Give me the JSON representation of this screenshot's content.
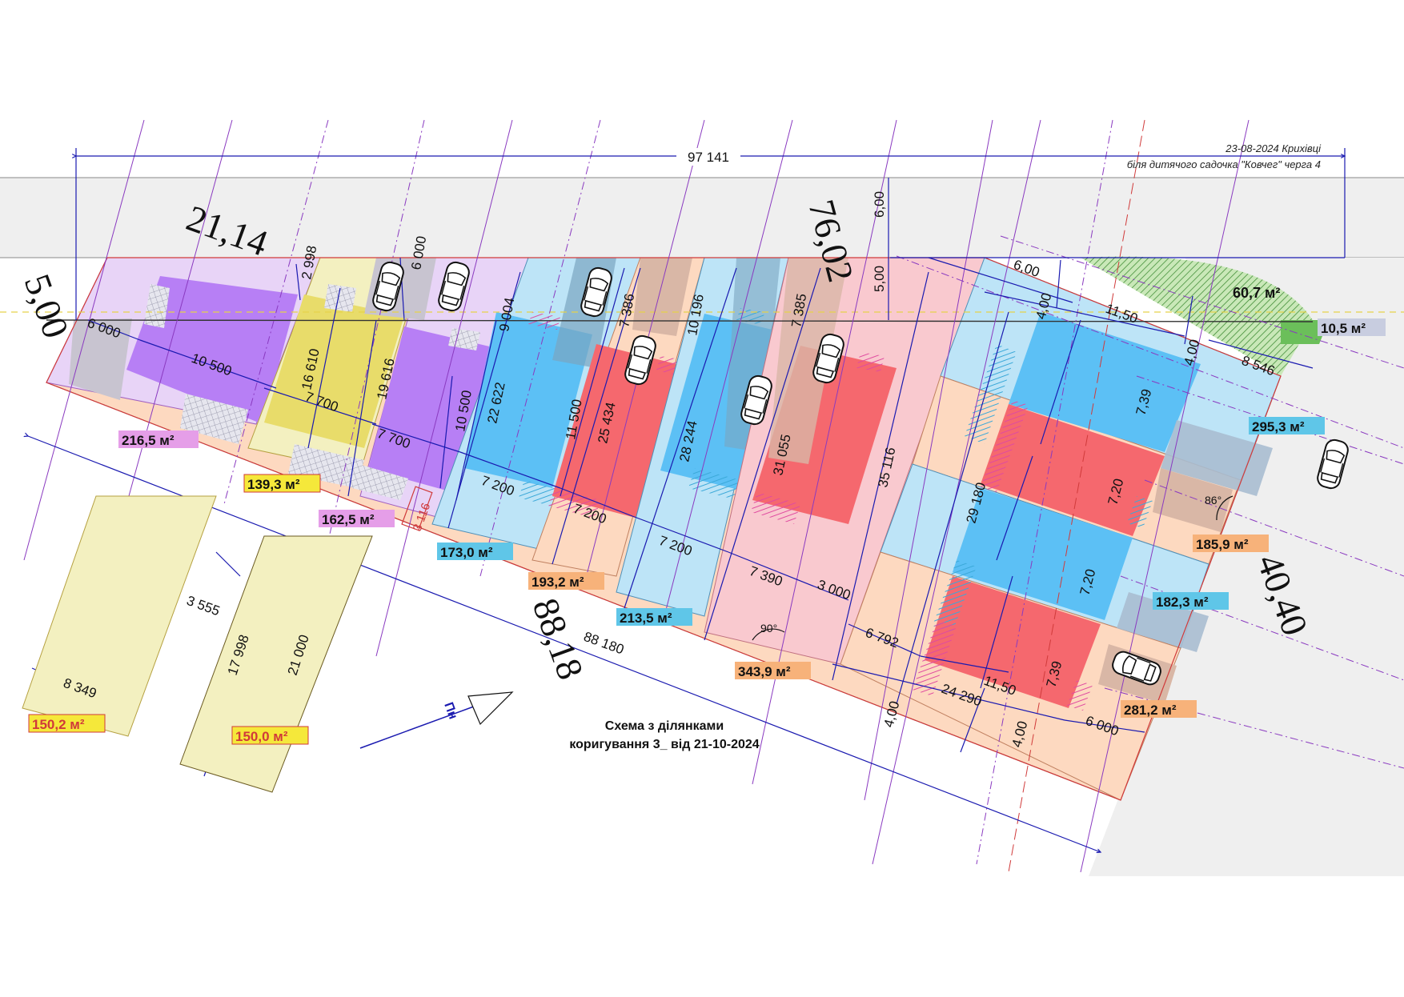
{
  "header": {
    "date_place": "23-08-2024 Крихівці",
    "location": "біля дитячого садочка \"Ковчег\"  черга 4"
  },
  "caption": {
    "line1": "Схема з ділянками",
    "line2": "коригування 3_ від 21-10-2024"
  },
  "north_label": "Пн",
  "boundary_lengths": {
    "top_left": "21,14",
    "left": "5,00",
    "top_right": "76,02",
    "bottom": "88,18",
    "right": "40,40"
  },
  "dimensions": {
    "overall_width": "97 141",
    "road_6": "6,00",
    "road_5": "5,00",
    "d_2998": "2 998",
    "d_6000_top": "6 000",
    "d_6000_left": "6 000",
    "d_10500_h": "10 500",
    "d_16610": "16 610",
    "d_7700_a": "7 700",
    "d_7700_b": "7 700",
    "d_19616": "19 616",
    "d_9004": "9 004",
    "d_10500_v": "10 500",
    "d_22622": "22 622",
    "d_7200_a": "7 200",
    "d_7200_b": "7 200",
    "d_7200_c": "7 200",
    "d_7386": "7 386",
    "d_11500": "11 500",
    "d_25434": "25 434",
    "d_10196": "10 196",
    "d_28244": "28 244",
    "d_7385": "7 385",
    "d_31055": "31 055",
    "d_35116": "35 116",
    "d_7390": "7 390",
    "d_3000": "3 000",
    "d_6792": "6 792",
    "d_29180": "29 180",
    "d_24290": "24 290",
    "d_11_50_a": "11,50",
    "d_11_50_b": "11,50",
    "d_6_00_r": "6,00",
    "d_4_00_a": "4,00",
    "d_4_00_b": "4,00",
    "d_4_00_c": "4,00",
    "d_4_00_d": "4,00",
    "d_7_39_a": "7,39",
    "d_7_39_b": "7,39",
    "d_7_20_a": "7,20",
    "d_7_20_b": "7,20",
    "d_8546": "8 546",
    "d_6000_br": "6 000",
    "d_88180": "88 180",
    "d_3555": "3 555",
    "d_17998": "17 998",
    "d_21000": "21 000",
    "d_8349": "8 349",
    "d_3116": "3 116",
    "angle_86": "86°",
    "angle_90": "90°"
  },
  "areas": [
    {
      "label": "216,5 м²",
      "color": "#e59ee8"
    },
    {
      "label": "139,3 м²",
      "color": "#f5e83a"
    },
    {
      "label": "162,5 м²",
      "color": "#e59ee8"
    },
    {
      "label": "173,0 м²",
      "color": "#5fc6e8"
    },
    {
      "label": "193,2 м²",
      "color": "#f7b27a"
    },
    {
      "label": "213,5 м²",
      "color": "#5fc6e8"
    },
    {
      "label": "343,9 м²",
      "color": "#f7b27a"
    },
    {
      "label": "295,3 м²",
      "color": "#5fc6e8"
    },
    {
      "label": "185,9 м²",
      "color": "#f7b27a"
    },
    {
      "label": "182,3 м²",
      "color": "#5fc6e8"
    },
    {
      "label": "281,2 м²",
      "color": "#f7b27a"
    },
    {
      "label": "60,7 м²",
      "color": "#ffffff"
    },
    {
      "label": "10,5 м²",
      "color": "#c8cde0"
    },
    {
      "label": "150,2 м²",
      "color": "#f5e83a"
    },
    {
      "label": "150,0 м²",
      "color": "#f5e83a"
    }
  ],
  "colors": {
    "road": "#efefef",
    "lilac": "#e8d4f7",
    "purple": "#b77ff5",
    "pale_yellow": "#f3f0c0",
    "yellow": "#e8dc6a",
    "light_blue": "#bde4f7",
    "blue": "#5cc0f5",
    "peach": "#fdd9c0",
    "pink": "#f9c9cf",
    "red": "#f5686e",
    "grey": "#c8c4d0",
    "brown": "#d9b7a6",
    "green": "#6bbf5a"
  },
  "icons": [
    "car-icon",
    "north-arrow-icon",
    "stairs-icon",
    "grid-pad-icon"
  ]
}
